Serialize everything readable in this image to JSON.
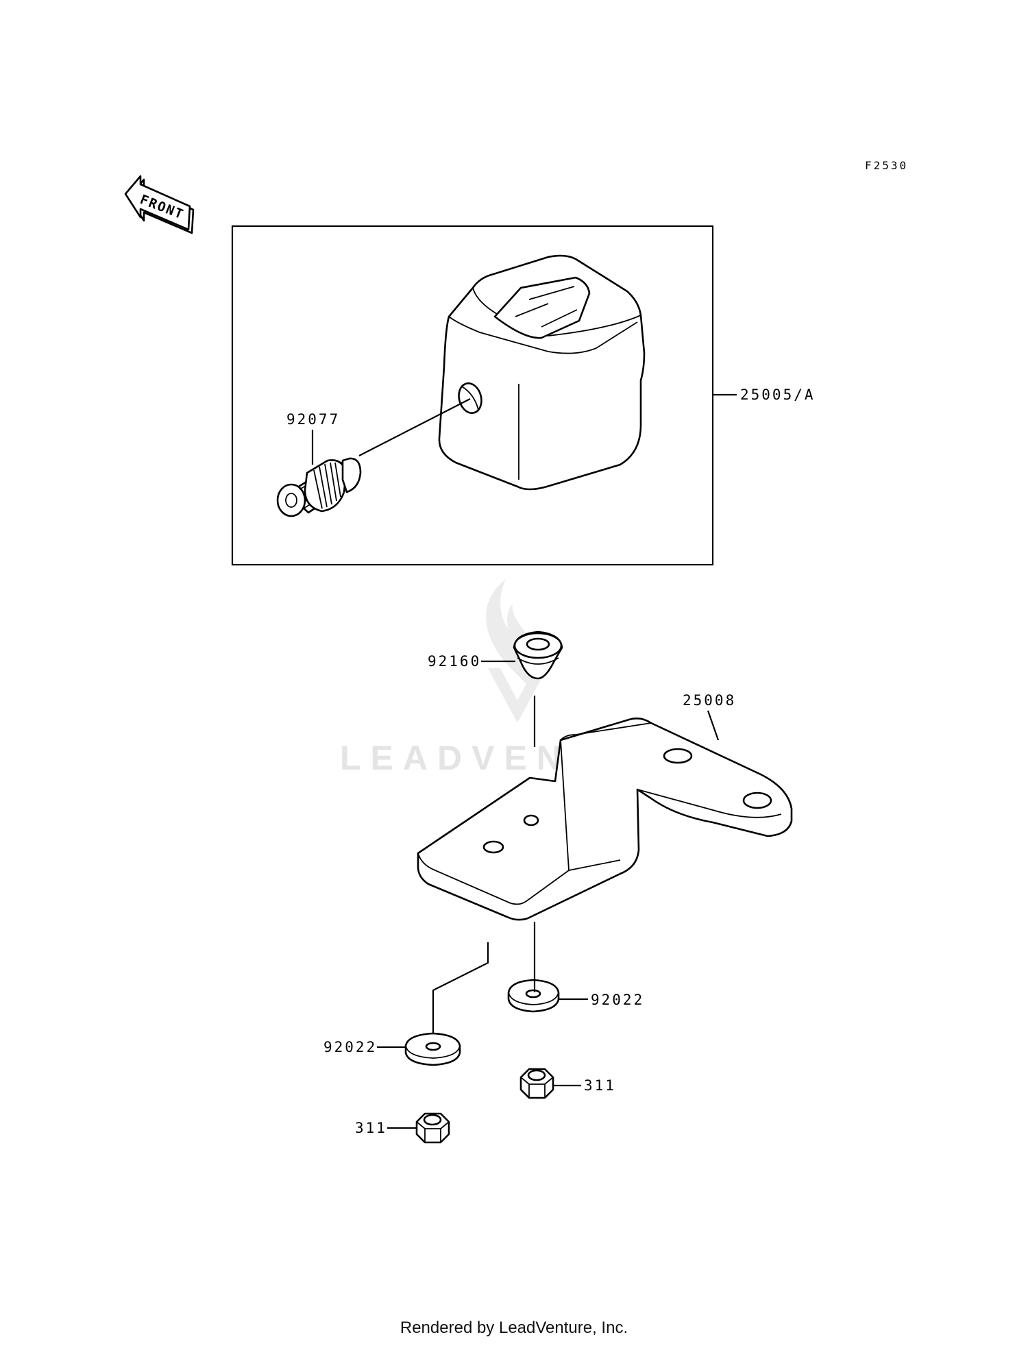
{
  "diagram": {
    "figure_code": "F2530",
    "front_arrow_label": "FRONT",
    "callouts": {
      "speedometer": "25005/A",
      "pinion": "92077",
      "grommet": "92160",
      "bracket": "25008",
      "washer_right": "92022",
      "washer_left": "92022",
      "nut_right": "311",
      "nut_left": "311"
    }
  },
  "watermark": {
    "text": "LEADVENTURE"
  },
  "footer": {
    "text": "Rendered by LeadVenture, Inc."
  }
}
